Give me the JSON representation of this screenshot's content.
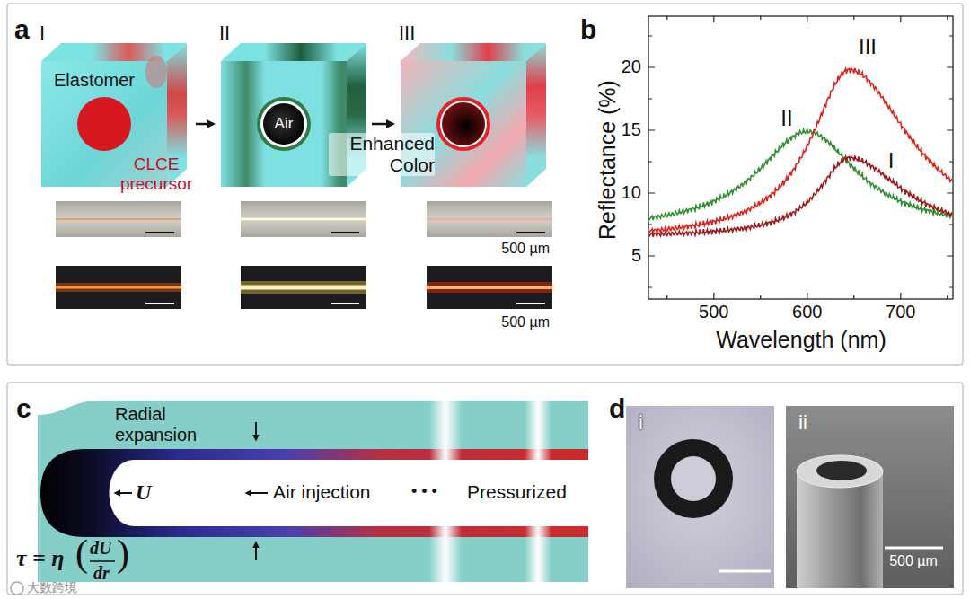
{
  "diagram": {
    "nodes": [
      {
        "text": [
          "I",
          "Elastomer",
          "CLCE precursor"
        ]
      },
      {
        "text": [
          "II",
          "Air"
        ]
      },
      {
        "text": [
          "III",
          "Enhanced Color"
        ]
      },
      {
        "text": [
          "i"
        ]
      },
      {
        "text": [
          "ii",
          "500 µm"
        ]
      }
    ],
    "edges": [
      {
        "from": 0,
        "to": 1,
        "arrow": "to"
      },
      {
        "from": 1,
        "to": 2,
        "arrow": "to"
      }
    ],
    "labels": [
      "a",
      "500 µm",
      "500 µm",
      "b",
      "II",
      "III",
      "I",
      "Reflectance (%)",
      "Wavelength (nm)",
      "20",
      "15",
      "10",
      "5",
      "500",
      "600",
      "700",
      "c",
      "Radial expansion",
      "U",
      "Air injection",
      "• • •",
      "Pressurized",
      "τ = η",
      "(",
      "dU",
      "dr",
      ")",
      "d",
      "大数跨境"
    ]
  }
}
